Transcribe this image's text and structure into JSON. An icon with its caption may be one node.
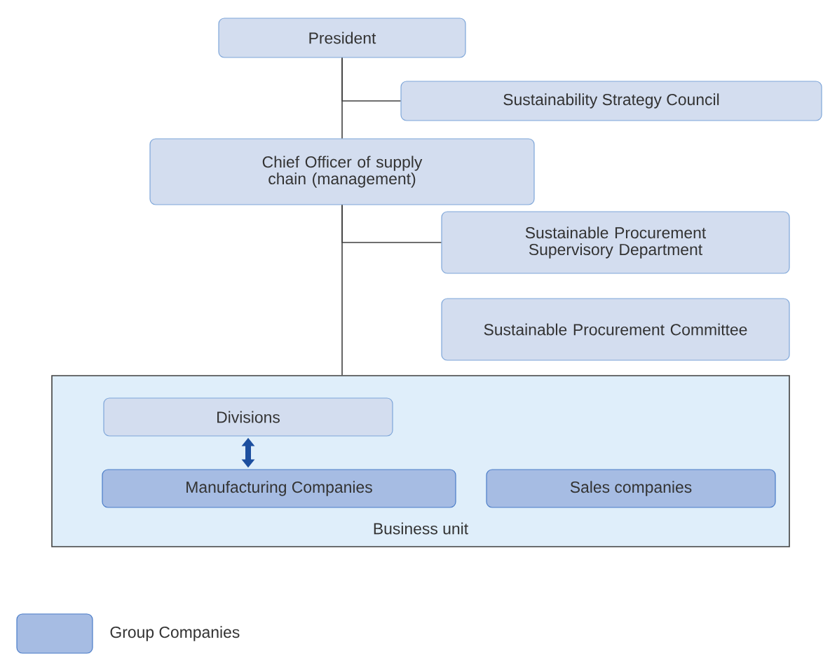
{
  "diagram": {
    "nodes": [
      {
        "text": [
          "President"
        ]
      },
      {
        "text": [
          "Sustainability Strategy Council"
        ]
      },
      {
        "text": [
          "Chief Officer of supply chain (management)"
        ]
      },
      {
        "text": [
          "Sustainable Procurement Supervisory Department"
        ]
      },
      {
        "text": [
          "Sustainable Procurement Committee"
        ]
      },
      {
        "text": [
          "Business unit"
        ]
      },
      {
        "text": [
          "Divisions"
        ],
        "in": 5
      },
      {
        "text": [
          "Manufacturing Companies"
        ],
        "in": 5
      },
      {
        "text": [
          "Sales companies"
        ],
        "in": 5
      }
    ],
    "edges": [
      {
        "from": 0,
        "to": 1,
        "arrow": "none"
      },
      {
        "from": 0,
        "to": 2,
        "arrow": "none"
      },
      {
        "from": 2,
        "to": 3,
        "arrow": "none"
      },
      {
        "from": 2,
        "to": 5,
        "arrow": "none"
      },
      {
        "from": 6,
        "to": 7,
        "arrow": "both",
        "style": "thick",
        "color": "#1d4f9f"
      }
    ],
    "legend": [
      {
        "text": "Group Companies",
        "color": "#a6bce3"
      }
    ]
  }
}
